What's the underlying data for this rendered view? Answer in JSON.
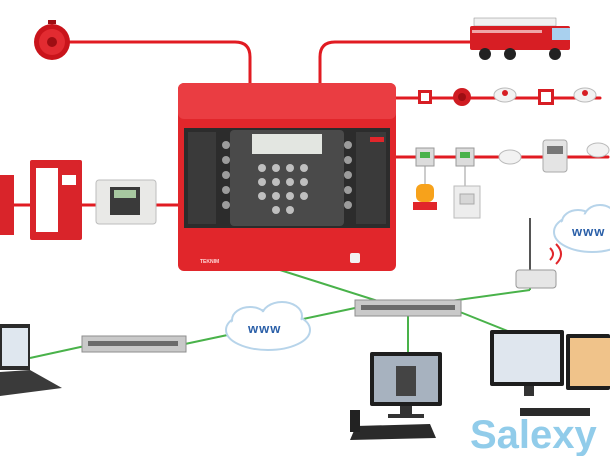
{
  "cloud_labels": {
    "center": "www",
    "right": "www"
  },
  "watermark": "Salexy",
  "panel_brand": "TEKNIM",
  "colors": {
    "fire_line": "#e11b22",
    "network_line": "#49b24a",
    "panel_red": "#e1262b",
    "watermark": "#7ec3e6",
    "www_text": "#2a5fa8"
  },
  "icons": [
    "fire-alarm-bell-icon",
    "fire-truck-icon",
    "fire-alarm-panel-icon",
    "repeater-panel-icon",
    "network-switch-icon",
    "wireless-router-icon",
    "laptop-icon",
    "desktop-monitor-icon",
    "dual-monitor-workstation-icon",
    "smoke-detector-icon",
    "manual-call-point-icon",
    "beacon-icon",
    "io-module-icon",
    "cloud-icon"
  ]
}
